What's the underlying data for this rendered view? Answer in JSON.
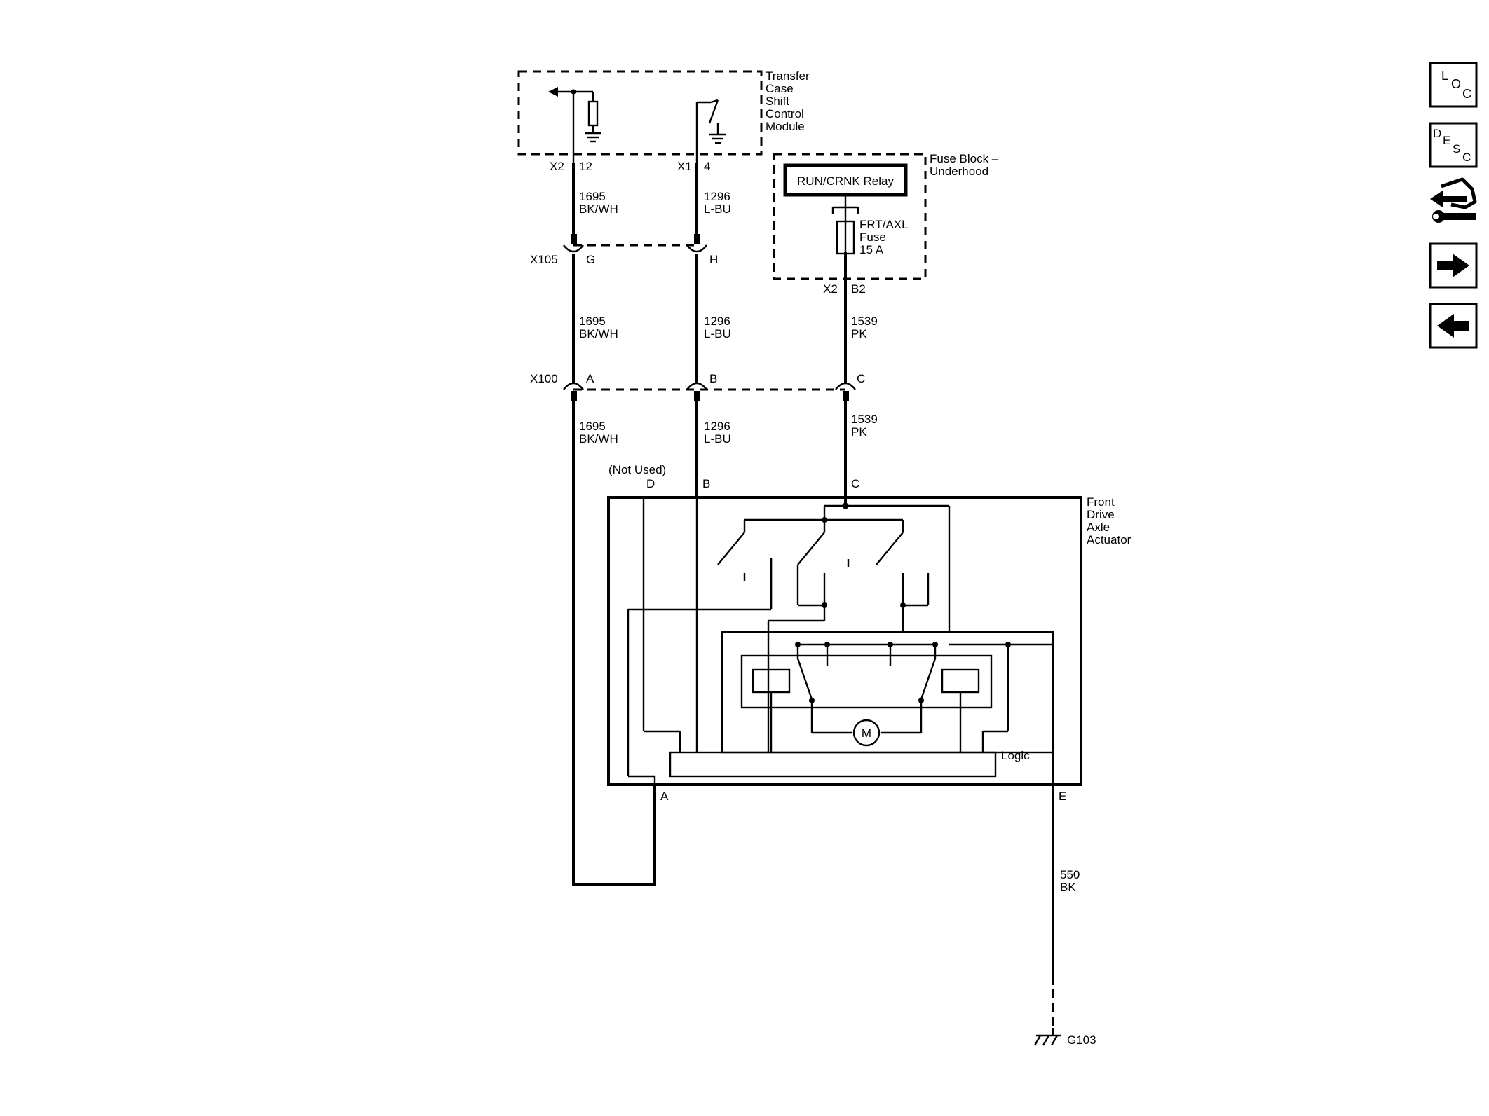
{
  "modules": {
    "tcscm": [
      "Transfer",
      "Case",
      "Shift",
      "Control",
      "Module"
    ],
    "fuse_block": [
      "Fuse Block –",
      "Underhood"
    ],
    "relay": "RUN/CRNK Relay",
    "fuse": [
      "FRT/AXL",
      "Fuse",
      "15 A"
    ],
    "actuator": [
      "Front",
      "Drive",
      "Axle",
      "Actuator"
    ],
    "logic": "Logic",
    "motor": "M"
  },
  "connectors": {
    "tcscm_x2": "X2",
    "tcscm_pin12": "12",
    "tcscm_x1": "X1",
    "tcscm_pin4": "4",
    "fuse_x2": "X2",
    "fuse_b2": "B2",
    "x105": "X105",
    "x105_g": "G",
    "x105_h": "H",
    "x100": "X100",
    "x100_a": "A",
    "x100_b": "B",
    "x100_c": "C",
    "act_d": "D",
    "act_not_used": "(Not Used)",
    "act_b": "B",
    "act_c": "C",
    "act_a": "A",
    "act_e": "E"
  },
  "wires": {
    "w1695": [
      "1695",
      "BK/WH"
    ],
    "w1296": [
      "1296",
      "L-BU"
    ],
    "w1539": [
      "1539",
      "PK"
    ],
    "w550": [
      "550",
      "BK"
    ]
  },
  "ground": "G103",
  "nav": {
    "loc": [
      "L",
      "O",
      "C"
    ],
    "desc": [
      "D",
      "E",
      "S",
      "C"
    ]
  }
}
